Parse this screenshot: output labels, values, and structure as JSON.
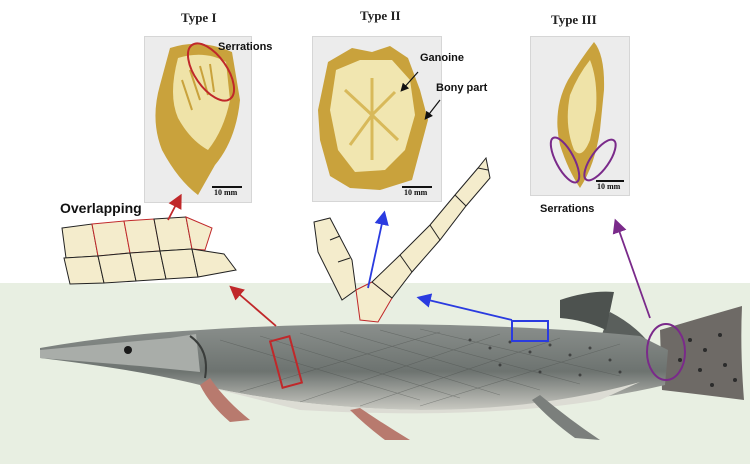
{
  "type_titles": {
    "type1": "Type I",
    "type2": "Type II",
    "type3": "Type III"
  },
  "labels": {
    "serrations_top": "Serrations",
    "ganoine": "Ganoine",
    "bony_part": "Bony part",
    "overlapping": "Overlapping",
    "serrations_bottom": "Serrations"
  },
  "scale": {
    "s1": "10 mm",
    "s2": "10 mm",
    "s3": "10 mm"
  },
  "colors": {
    "type1": "#c0282a",
    "type2": "#2a3be0",
    "type3": "#7a2a8a",
    "scale_fill": "#e8d27a",
    "scale_light": "#f4eccc"
  }
}
